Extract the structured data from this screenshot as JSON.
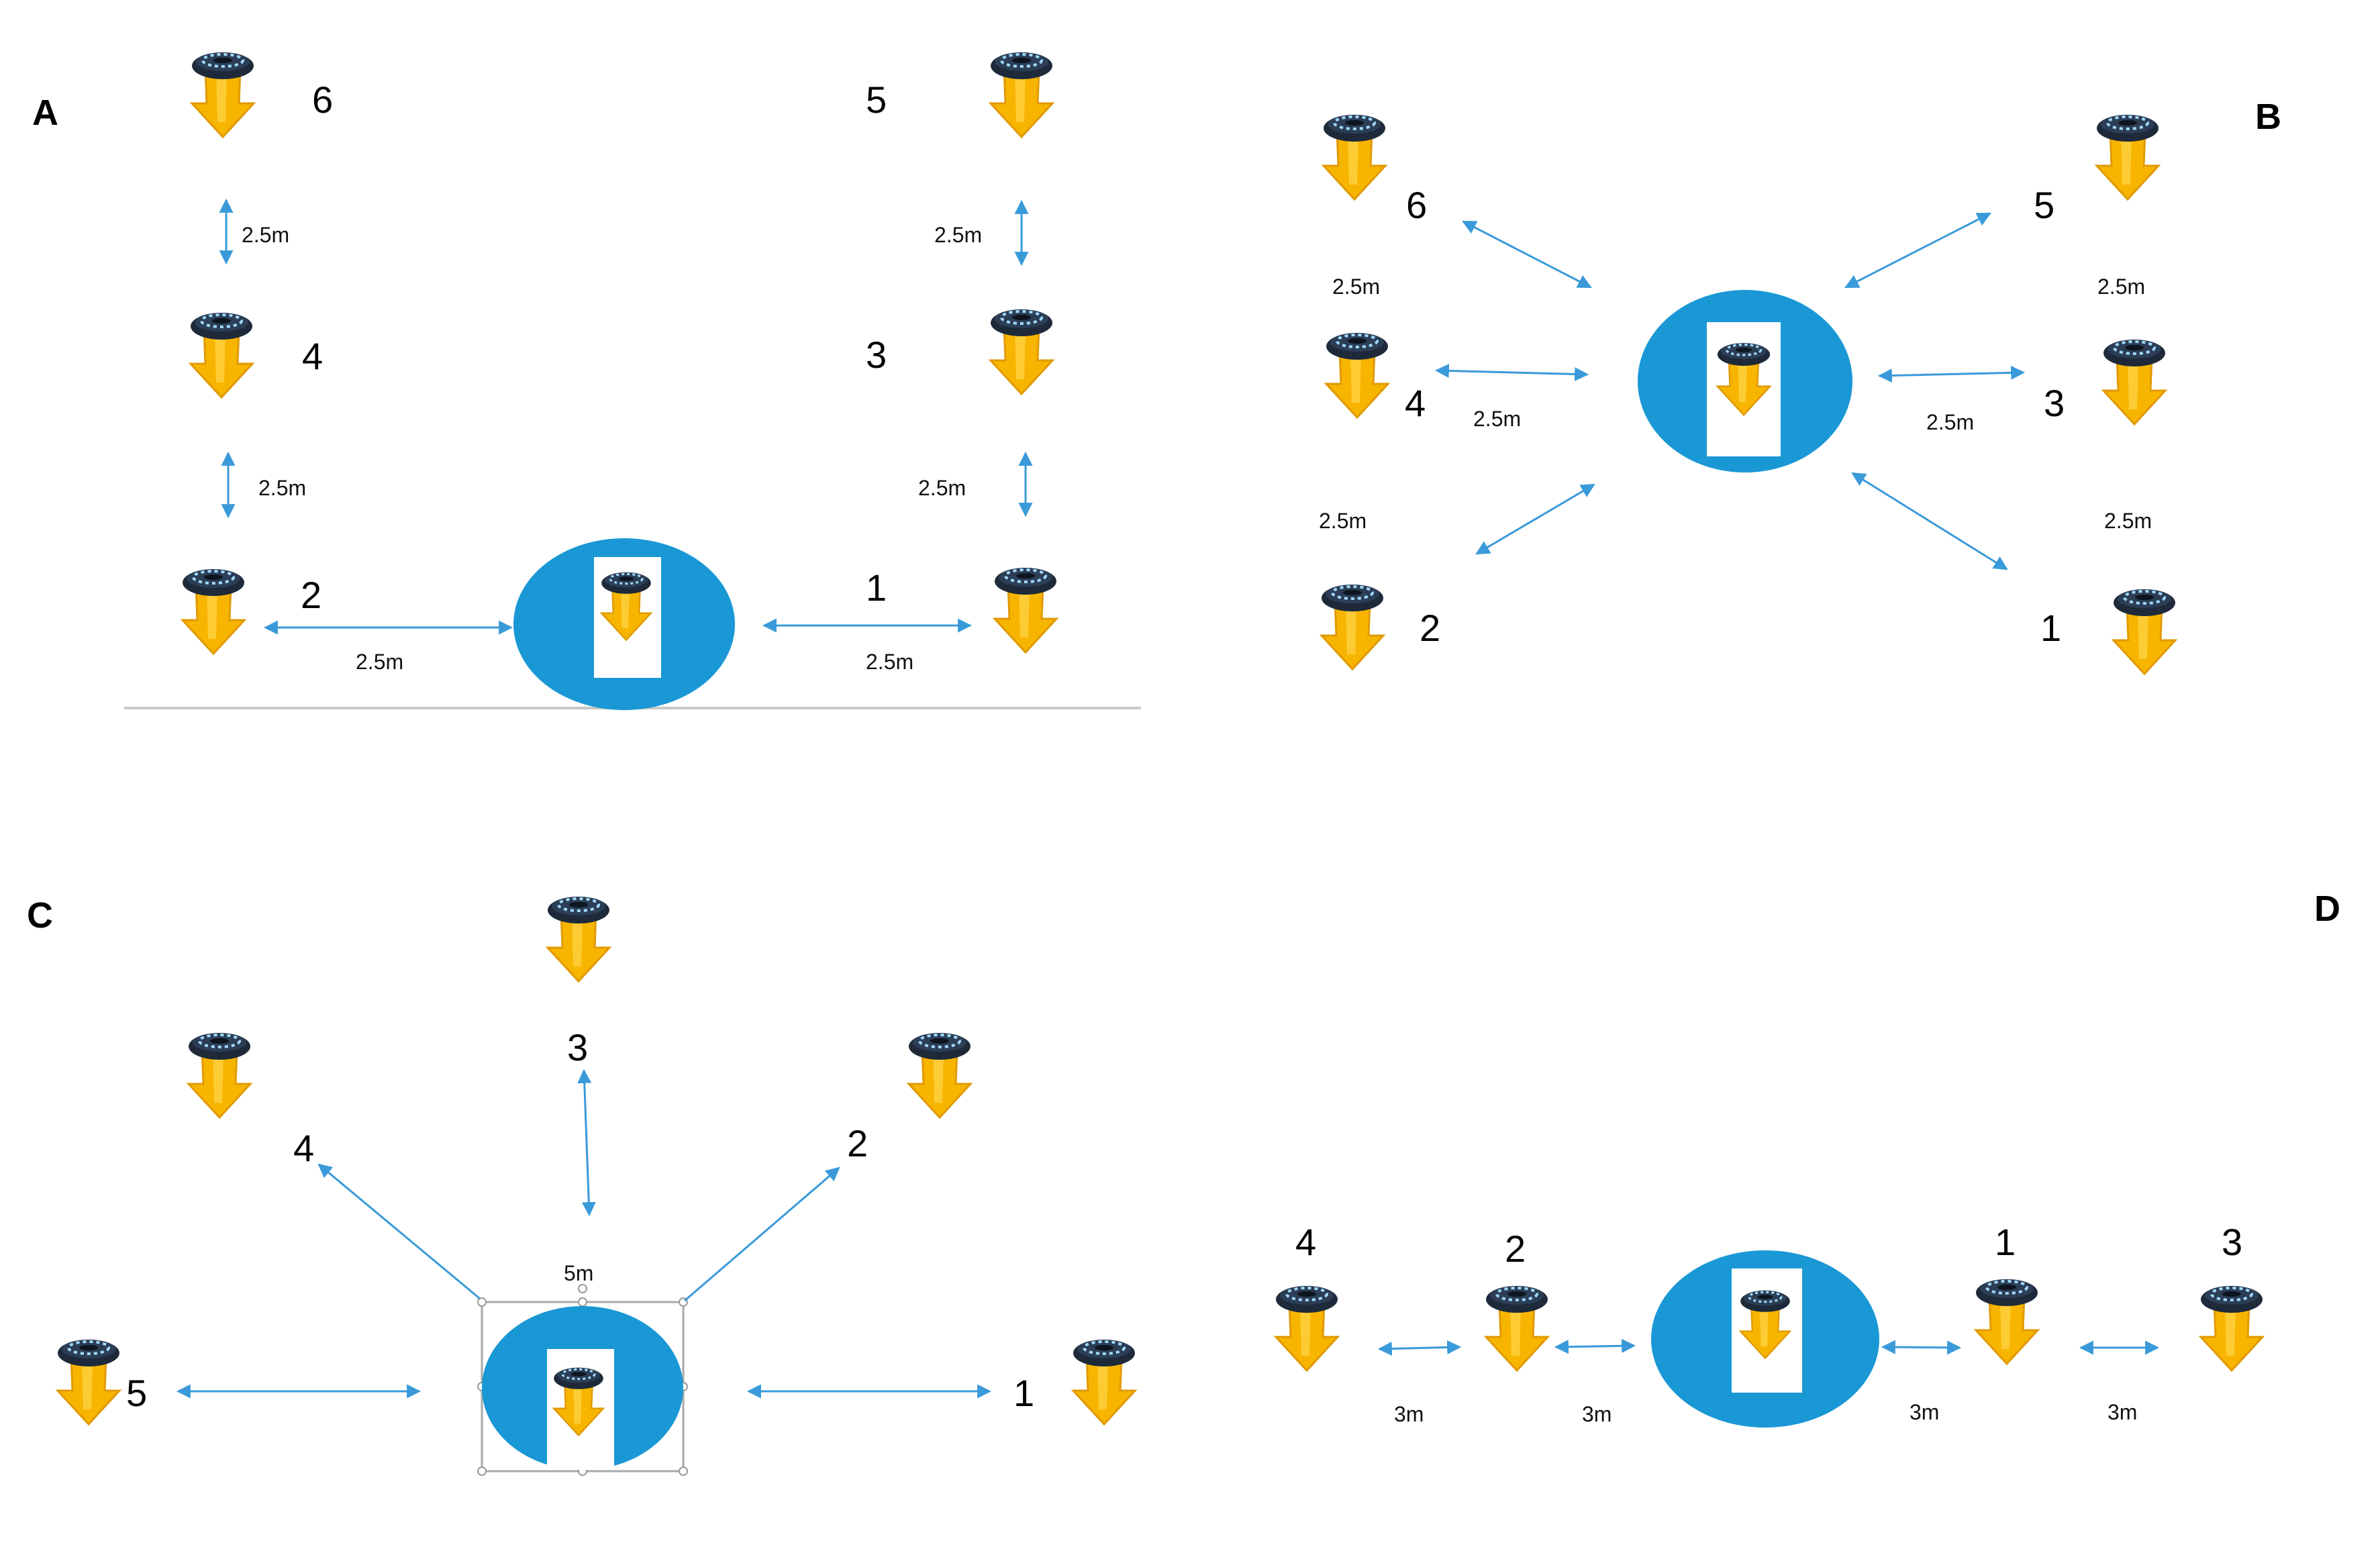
{
  "panels": {
    "A": {
      "letter": "A",
      "labels": [
        "6",
        "5",
        "4",
        "3",
        "2",
        "1"
      ],
      "distances": [
        "2.5m",
        "2.5m",
        "2.5m",
        "2.5m",
        "2.5m",
        "2.5m"
      ]
    },
    "B": {
      "letter": "B",
      "labels": [
        "6",
        "5",
        "4",
        "3",
        "2",
        "1"
      ],
      "distances": [
        "2.5m",
        "2.5m",
        "2.5m",
        "2.5m",
        "2.5m",
        "2.5m"
      ]
    },
    "C": {
      "letter": "C",
      "labels": [
        "3",
        "4",
        "2",
        "5",
        "1"
      ],
      "distances": [
        "5m"
      ]
    },
    "D": {
      "letter": "D",
      "labels": [
        "4",
        "2",
        "1",
        "3"
      ],
      "distances": [
        "3m",
        "3m",
        "3m",
        "3m"
      ]
    }
  },
  "colors": {
    "start_circle": "#1a98d5",
    "arrow_line": "#3a9ad9",
    "cone_yellow": "#f7b500",
    "cone_cap": "#1e2a3a",
    "baseline": "#c8c8c8"
  },
  "icons": [
    "traffic-cone-icon",
    "double-arrow-icon",
    "start-circle-icon"
  ]
}
